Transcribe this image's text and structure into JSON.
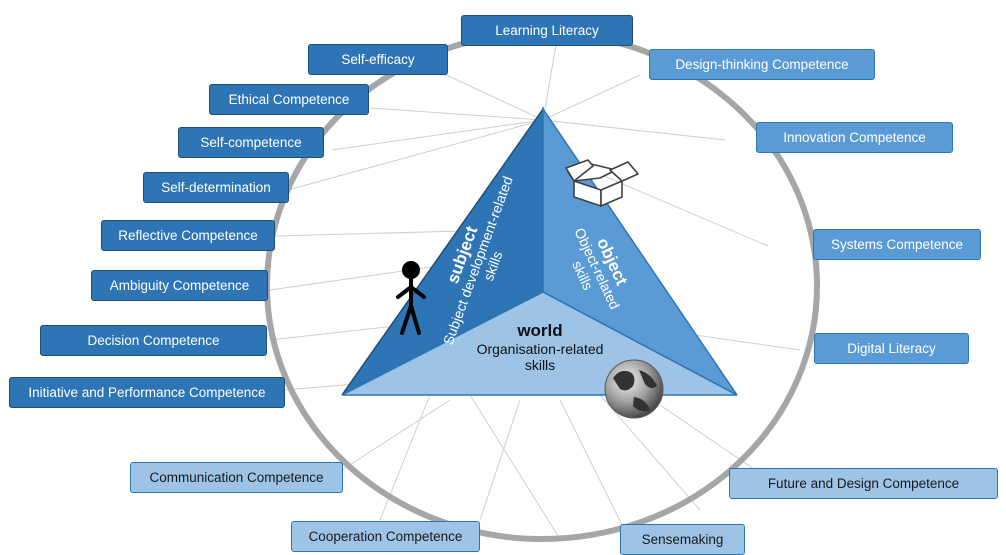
{
  "labels": {
    "learning_literacy": "Learning Literacy",
    "self_efficacy": "Self-efficacy",
    "design_thinking": "Design-thinking Competence",
    "ethical": "Ethical Competence",
    "innovation": "Innovation Competence",
    "self_competence": "Self-competence",
    "self_determination": "Self-determination",
    "systems": "Systems Competence",
    "reflective": "Reflective Competence",
    "ambiguity": "Ambiguity Competence",
    "digital_literacy": "Digital Literacy",
    "decision": "Decision Competence",
    "initiative": "Initiative and Performance Competence",
    "communication": "Communication Competence",
    "future_design": "Future and Design Competence",
    "cooperation": "Cooperation Competence",
    "sensemaking": "Sensemaking"
  },
  "triangle": {
    "subject_title": "subject",
    "subject_desc_1": "Subject development-related",
    "subject_desc_2": "skills",
    "object_title": "object",
    "object_desc_1": "Object-related",
    "object_desc_2": "skills",
    "world_title": "world",
    "world_desc_1": "Organisation-related",
    "world_desc_2": "skills"
  },
  "icons": [
    "stick-figure-icon",
    "open-box-icon",
    "globe-icon"
  ],
  "colors": {
    "subject_group": "#2e75b6",
    "object_group": "#5b9bd5",
    "world_group": "#9dc3e6",
    "circle_ring": "#a6a6a6"
  }
}
